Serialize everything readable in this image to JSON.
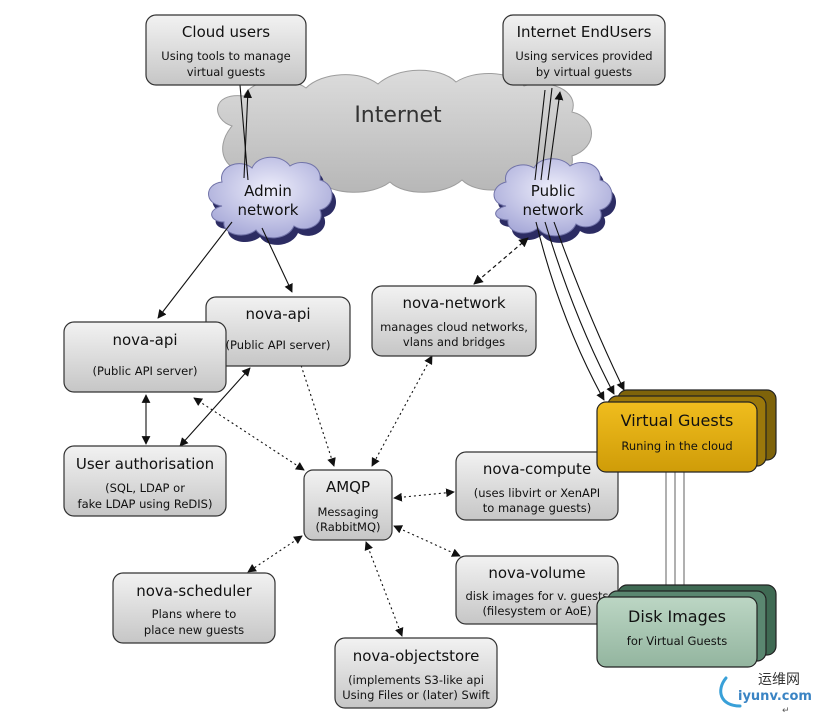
{
  "internet": {
    "label": "Internet"
  },
  "admin_network": {
    "line1": "Admin",
    "line2": "network"
  },
  "public_network": {
    "line1": "Public",
    "line2": "network"
  },
  "cloud_users": {
    "title": "Cloud users",
    "line1": "Using tools to manage",
    "line2": "virtual guests"
  },
  "internet_endusers": {
    "title": "Internet EndUsers",
    "line1": "Using services provided",
    "line2": "by virtual guests"
  },
  "nova_api_left": {
    "title": "nova-api",
    "line1": "(Public API server)"
  },
  "nova_api_right": {
    "title": "nova-api",
    "line1": "(Public API server)"
  },
  "nova_network": {
    "title": "nova-network",
    "line1": "manages cloud networks,",
    "line2": "vlans and bridges"
  },
  "user_auth": {
    "title": "User authorisation",
    "line1": "(SQL, LDAP or",
    "line2": "fake LDAP using ReDIS)"
  },
  "amqp": {
    "title": "AMQP",
    "line1": "Messaging",
    "line2": "(RabbitMQ)"
  },
  "nova_compute": {
    "title": "nova-compute",
    "line1": "(uses libvirt or XenAPI",
    "line2": "to manage guests)"
  },
  "nova_scheduler": {
    "title": "nova-scheduler",
    "line1": "Plans where to",
    "line2": "place new guests"
  },
  "nova_volume": {
    "title": "nova-volume",
    "line1": "disk images for  v. guests",
    "line2": "(filesystem or AoE)"
  },
  "nova_objectstore": {
    "title": "nova-objectstore",
    "line1": "(implements S3-like api",
    "line2": "Using Files or (later) Swift"
  },
  "virtual_guests": {
    "title": "Virtual Guests",
    "line1": "Runing in the cloud"
  },
  "disk_images": {
    "title": "Disk Images",
    "line1": "for Virtual Guests"
  },
  "watermark": {
    "chinese": "运维网",
    "domain": "iyunv.com",
    "mark": "↵"
  },
  "colors": {
    "box_top": "#f0f0f0",
    "box_bottom": "#c9c9c9",
    "guest_front": "#e0ad0c",
    "guest_back": "#8c6d0b",
    "disk_front": "#a8c7b4",
    "disk_back": "#4f7a62",
    "network_cloud": "#c7c8ea",
    "network_shadow": "#2c2c63",
    "internet_cloud": "#c6c6c6"
  }
}
